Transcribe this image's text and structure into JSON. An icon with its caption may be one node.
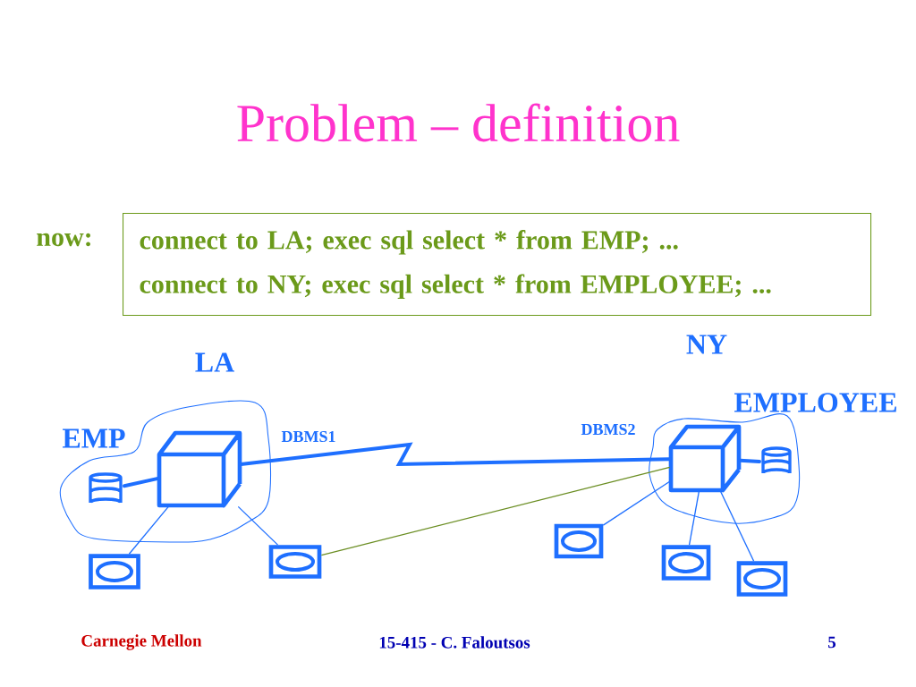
{
  "diagram": {
    "title": "Problem – definition",
    "nodes": [
      {
        "text": [
          "connect to LA; exec sql select * from EMP; ...",
          "connect to NY; exec sql select * from EMPLOYEE; ..."
        ],
        "beside": [
          "now:"
        ]
      },
      {
        "text": [
          "LA"
        ]
      },
      {
        "text": [],
        "shape": "box",
        "in": 1
      },
      {
        "text": [],
        "shape": "cylinder",
        "in": 1,
        "beside": [
          "EMP"
        ]
      },
      {
        "text": [],
        "shape": "box"
      },
      {
        "text": [],
        "shape": "box"
      },
      {
        "text": [
          "NY"
        ]
      },
      {
        "text": [],
        "shape": "box",
        "in": 6
      },
      {
        "text": [],
        "shape": "cylinder",
        "in": 6
      },
      {
        "text": [],
        "shape": "box"
      },
      {
        "text": [],
        "shape": "box"
      },
      {
        "text": [],
        "shape": "box"
      }
    ],
    "edges": [
      {
        "from": 2,
        "to": 3,
        "arrow": "none",
        "style": "thick"
      },
      {
        "from": 2,
        "to": 7,
        "arrow": "none",
        "style": "thick"
      },
      {
        "from": 2,
        "to": 4,
        "arrow": "none"
      },
      {
        "from": 2,
        "to": 5,
        "arrow": "none"
      },
      {
        "from": 5,
        "to": 7,
        "arrow": "none",
        "color": "#6b8e23"
      },
      {
        "from": 7,
        "to": 8,
        "arrow": "none",
        "style": "thick"
      },
      {
        "from": 7,
        "to": 9,
        "arrow": "none"
      },
      {
        "from": 7,
        "to": 10,
        "arrow": "none"
      },
      {
        "from": 7,
        "to": 11,
        "arrow": "none"
      }
    ],
    "labels": [
      "DBMS1",
      "DBMS2",
      "EMPLOYEE",
      "Carnegie Mellon",
      "15-415 - C. Faloutsos",
      "5"
    ]
  }
}
